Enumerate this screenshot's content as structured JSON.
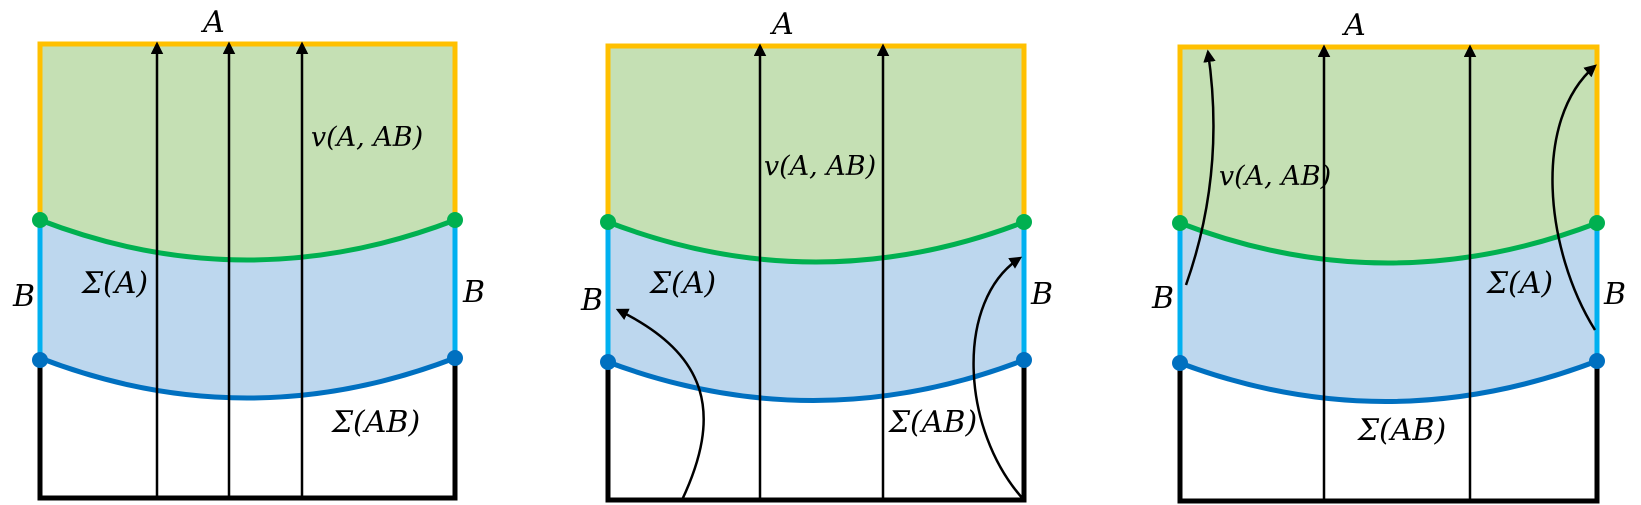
{
  "colors": {
    "green_fill": "#c5e0b4",
    "blue_fill": "#bdd7ee",
    "orange": "#ffc000",
    "green_line": "#00b050",
    "light_blue": "#00b0f0",
    "dark_blue": "#0070c0",
    "black": "#000000"
  },
  "panels": [
    {
      "label_top": "A",
      "label_left": "B",
      "label_right": "B",
      "label_sigma_a": "Σ(A)",
      "label_sigma_ab": "Σ(AB)",
      "label_flow": "v(A, AB)"
    },
    {
      "label_top": "A",
      "label_left": "B",
      "label_right": "B",
      "label_sigma_a": "Σ(A)",
      "label_sigma_ab": "Σ(AB)",
      "label_flow": "v(A, AB)"
    },
    {
      "label_top": "A",
      "label_left": "B",
      "label_right": "B",
      "label_sigma_a": "Σ(A)",
      "label_sigma_ab": "Σ(AB)",
      "label_flow": "v(A, AB)"
    }
  ]
}
